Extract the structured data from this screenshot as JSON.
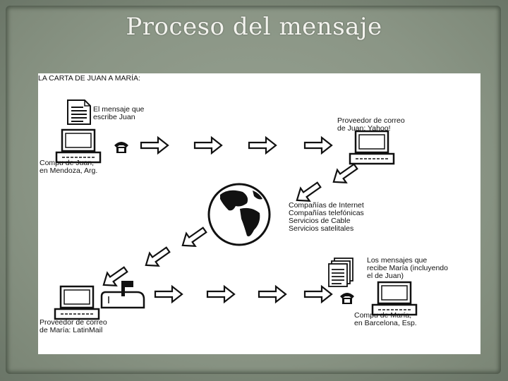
{
  "slide": {
    "title": "Proceso del mensaje"
  },
  "diagram": {
    "heading": "LA CARTA DE JUAN A MARÍA:",
    "message_label": "El mensaje que\nescribe Juan",
    "juan_pc_label": "Compu de Juan,\nen Mendoza, Arg.",
    "juan_provider_label": "Proveedor de correo\nde Juan: Yahoo!",
    "network_label": "Compañías de Internet\nCompañías telefónicas\nServicios de Cable\nServicios satelitales",
    "maria_provider_label": "Proveedor de correo\nde María: LatinMail",
    "maria_messages_label": "Los mensajes que\nrecibe María (incluyendo\nel de Juan)",
    "maria_pc_label": "Compu de María,\nen Barcelona, Esp."
  }
}
